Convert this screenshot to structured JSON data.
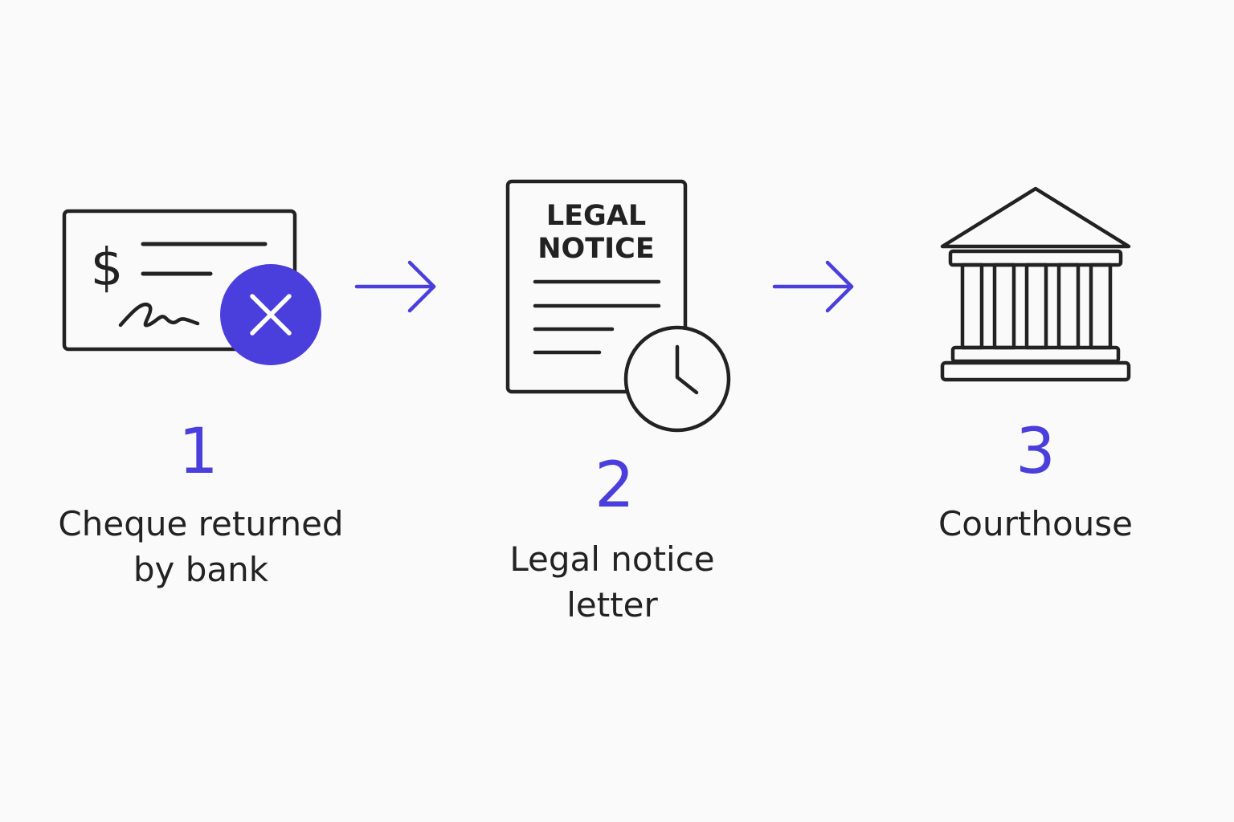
{
  "colors": {
    "accent": "#4a3fdc",
    "ink": "#222222",
    "background": "#fafafa"
  },
  "steps": [
    {
      "number": "1",
      "label_lines": [
        "Cheque returned",
        "by bank"
      ],
      "icon": "returned-cheque-icon",
      "icon_glyph": "$"
    },
    {
      "number": "2",
      "label_lines": [
        "Legal notice",
        "letter"
      ],
      "icon": "legal-notice-icon",
      "icon_text_lines": [
        "LEGAL",
        "NOTICE"
      ]
    },
    {
      "number": "3",
      "label_lines": [
        "Courthouse"
      ],
      "icon": "courthouse-icon"
    }
  ],
  "connectors": [
    "arrow-right-icon",
    "arrow-right-icon"
  ]
}
